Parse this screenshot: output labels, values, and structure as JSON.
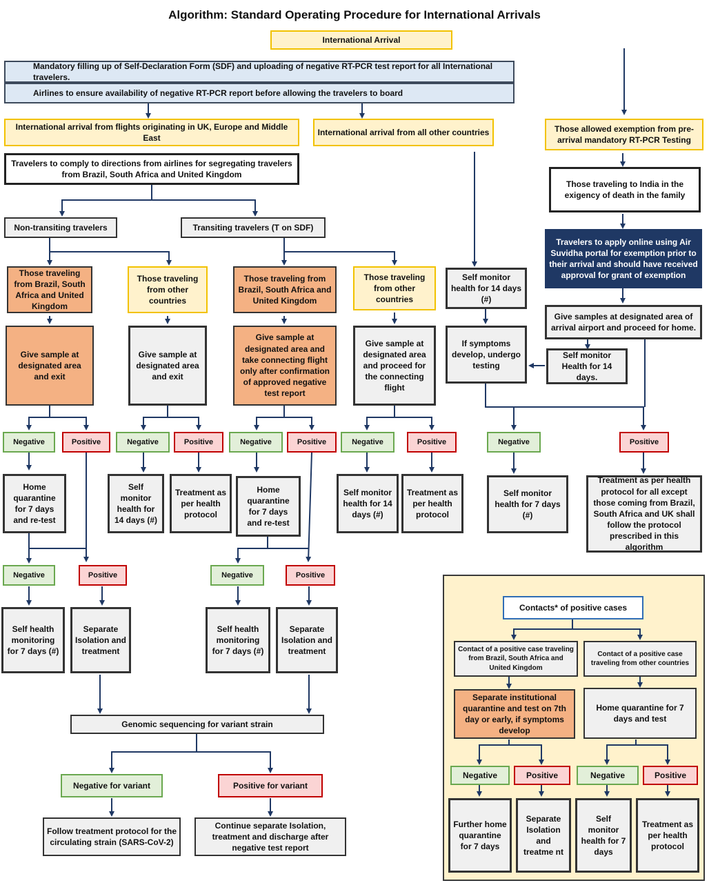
{
  "title": "Algorithm: Standard Operating Procedure for International Arrivals",
  "intl_arrival": "International Arrival",
  "sdf": "Mandatory filling up of Self-Declaration Form (SDF) and uploading of negative RT-PCR test report for all International travelers.",
  "airlines": "Airlines to ensure availability of negative RT-PCR report before allowing the travelers to board",
  "uk_europe": "International arrival from flights originating in UK, Europe and Middle East",
  "other_countries": "International arrival from all other countries",
  "exemption": "Those allowed exemption from pre-arrival mandatory RT-PCR Testing",
  "segregate": "Travelers to comply to directions from airlines for segregating travelers from Brazil, South Africa and United Kingdom",
  "death": "Those traveling to India in the exigency of death in the family",
  "non_transit": "Non-transiting travelers",
  "transit": "Transiting travelers (T on SDF)",
  "air_suvidha": "Travelers to apply online using Air Suvidha portal for exemption prior to their arrival and should have received approval for grant of exemption",
  "nt_brazil": "Those traveling from Brazil, South Africa and United Kingdom",
  "nt_other": "Those traveling from other countries",
  "t_brazil": "Those traveling from Brazil, South Africa and United Kingdom",
  "t_other": "Those traveling from other countries",
  "self_monitor_14_hash": "Self monitor health for 14 days (#)",
  "give_samples_home": "Give samples at designated area of arrival airport and proceed for home.",
  "sample_exit_1": "Give sample at designated area and exit",
  "sample_exit_2": "Give sample at designated area and exit",
  "sample_connecting": "Give sample at designated area and take connecting flight only after confirmation of approved negative test report",
  "sample_proceed": "Give sample at designated area and proceed for the connecting flight",
  "if_symptoms": "If symptoms develop, undergo testing",
  "self_monitor_14": "Self monitor Health for 14 days.",
  "negative": "Negative",
  "positive": "Positive",
  "home_quarantine_retest": "Home quarantine for 7 days and re-test",
  "self_monitor_14_days_hash": "Self monitor health for 14 days (#)",
  "treatment_protocol": "Treatment as per health protocol",
  "self_monitor_7_hash": "Self monitor health for 7 days (#)",
  "treatment_except": "Treatment as per health protocol for all except those coming from Brazil, South Africa and UK shall follow the protocol prescribed in this algorithm",
  "self_health_7": "Self health monitoring for 7 days (#)",
  "separate_isolation": "Separate Isolation and treatment",
  "genomic": "Genomic sequencing for variant strain",
  "neg_variant": "Negative for variant",
  "pos_variant": "Positive for variant",
  "follow_protocol": "Follow treatment protocol for the circulating strain (SARS-CoV-2)",
  "continue_isolation": "Continue separate Isolation, treatment and discharge after negative test report",
  "contacts": "Contacts* of positive cases",
  "contact_brazil": "Contact of a positive case traveling from Brazil, South Africa and United Kingdom",
  "contact_other": "Contact of a positive case traveling from other countries",
  "institutional": "Separate institutional quarantine and test on 7th day or early, if symptoms develop",
  "home_q_7_test": "Home quarantine for 7 days and test",
  "further_home": "Further home quarantine for 7 days",
  "sep_iso_treatment": "Separate Isolation and treatme nt",
  "self_monitor_7_days": "Self monitor health for 7 days",
  "treatment_short": "Treatment as per health protocol"
}
